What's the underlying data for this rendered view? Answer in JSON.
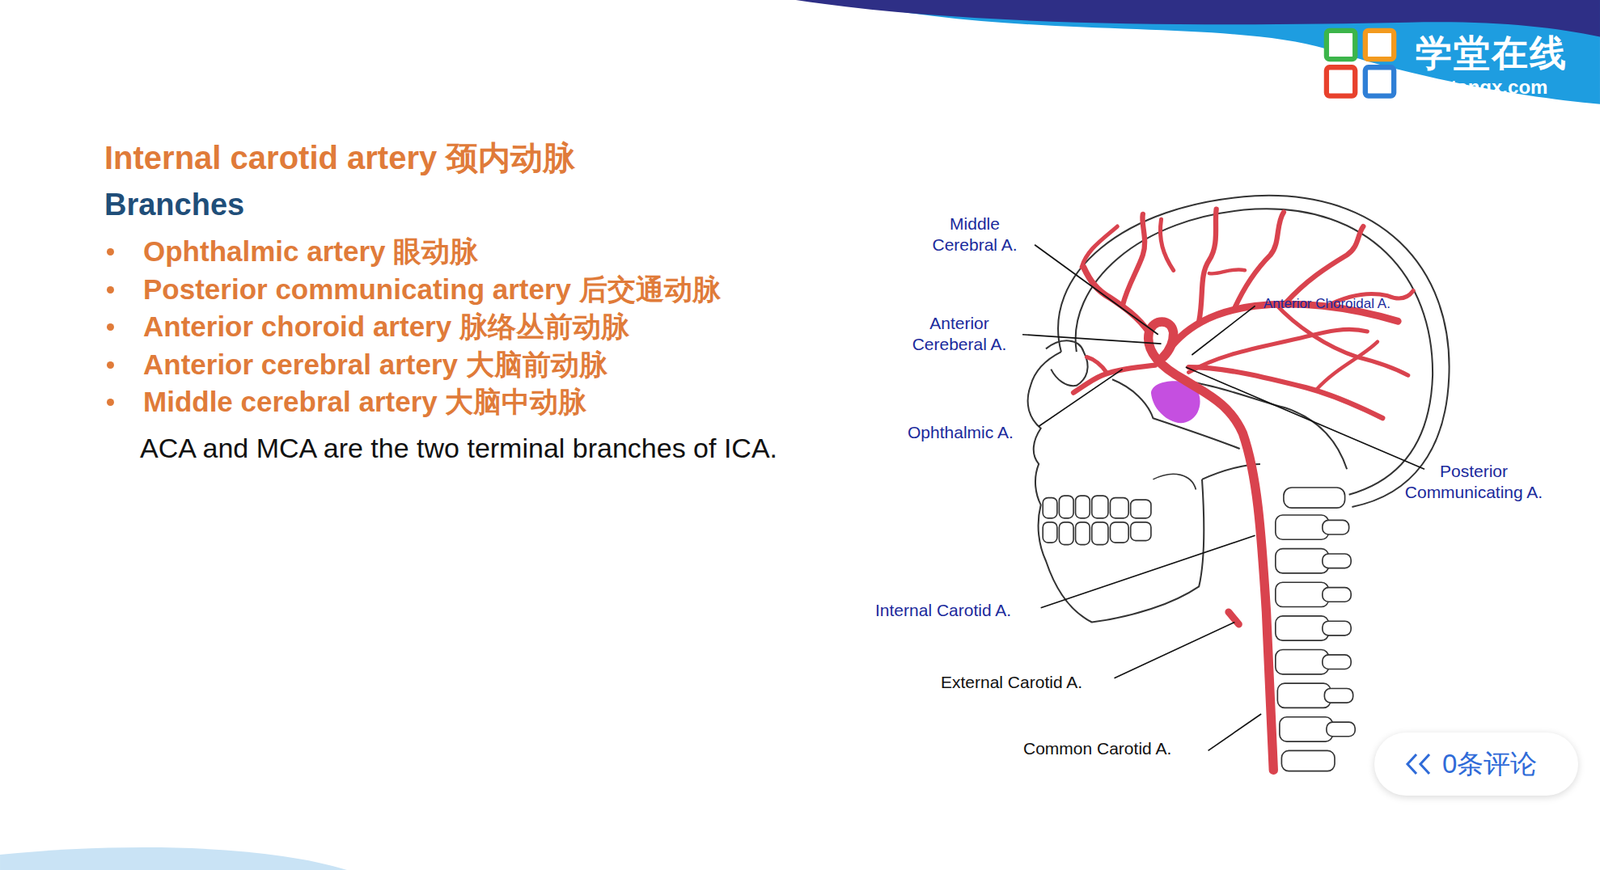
{
  "diagram": {
    "title": "Internal carotid artery 颈内动脉",
    "nodes": [
      {
        "text": [
          "0条评论"
        ]
      }
    ],
    "labels": [
      "Branches",
      "Ophthalmic artery 眼动脉",
      "Posterior communicating artery 后交通动脉",
      "Anterior choroid artery 脉络丛前动脉",
      "Anterior cerebral artery 大脑前动脉",
      "Middle cerebral artery 大脑中动脉",
      "ACA and MCA are the two terminal branches of ICA.",
      "Middle Cerebral A.",
      "Anterior Cereberal A.",
      "Anterior Choroidal A.",
      "Ophthalmic A.",
      "Posterior Communicating A.",
      "Internal Carotid A.",
      "External Carotid A.",
      "Common Carotid A.",
      "学堂在线",
      "xuetangx.com"
    ]
  }
}
